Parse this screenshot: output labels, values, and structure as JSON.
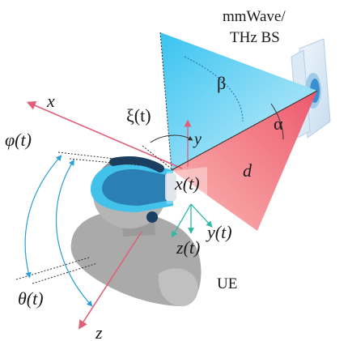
{
  "bs_label_line1": "mmWave/",
  "bs_label_line2": "THz BS",
  "ue_label": "UE",
  "symbols": {
    "beta": "β",
    "alpha": "α",
    "d": "d",
    "xi": "ξ(t)",
    "y_axis": "y",
    "x_axis": "x",
    "z_axis": "z",
    "phi": "φ(t)",
    "theta": "θ(t)",
    "x_t": "x(t)",
    "y_t": "y(t)",
    "z_t": "z(t)"
  },
  "colors": {
    "blue_cone": "#39c3ee",
    "red_cone": "#f06a7a",
    "axis_pink": "#e0607a",
    "arc_blue": "#2a9fd6",
    "teal_arrow": "#2fb9a5",
    "headset": "#42c2ea",
    "body_gray": "#a9a9a9"
  }
}
